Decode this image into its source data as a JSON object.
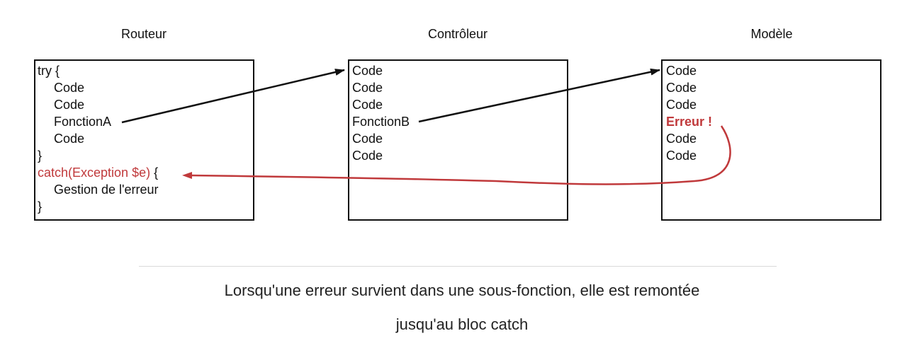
{
  "columns": {
    "router": {
      "title": "Routeur",
      "lines": [
        "try {",
        "Code",
        "Code",
        "FonctionA",
        "Code",
        "}",
        "catch(Exception $e)",
        " {",
        "Gestion de l'erreur",
        "}"
      ]
    },
    "controller": {
      "title": "Contrôleur",
      "lines": [
        "Code",
        "Code",
        "Code",
        "FonctionB",
        "Code",
        "Code"
      ]
    },
    "model": {
      "title": "Modèle",
      "lines": [
        "Code",
        "Code",
        "Code",
        "Erreur !",
        "Code",
        "Code"
      ]
    }
  },
  "colors": {
    "error": "#c0393b",
    "line": "#111111"
  },
  "caption": {
    "line1": "Lorsqu'une erreur survient dans une sous-fonction, elle est remontée",
    "line2": "jusqu'au bloc catch"
  }
}
